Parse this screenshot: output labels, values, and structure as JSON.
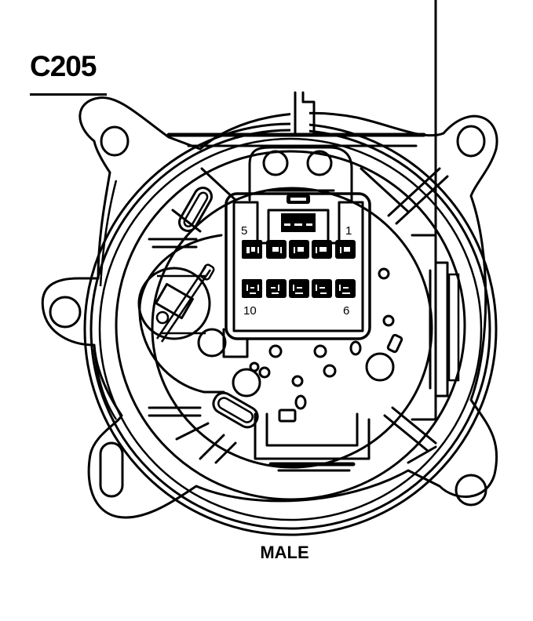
{
  "diagram": {
    "connector_id": "C205",
    "gender_label": "MALE",
    "pin_labels": {
      "top_left": "5",
      "top_right": "1",
      "bottom_left": "10",
      "bottom_right": "6"
    },
    "pin_rows": [
      {
        "row": "top",
        "pins": [
          5,
          4,
          3,
          2,
          1
        ]
      },
      {
        "row": "bottom",
        "pins": [
          10,
          9,
          8,
          7,
          6
        ]
      }
    ],
    "pin_count": 10,
    "mounting_ears": [
      "top-left",
      "top-right",
      "left",
      "bottom-left",
      "bottom-right"
    ],
    "colors": {
      "line": "#000000",
      "background": "#ffffff"
    }
  }
}
